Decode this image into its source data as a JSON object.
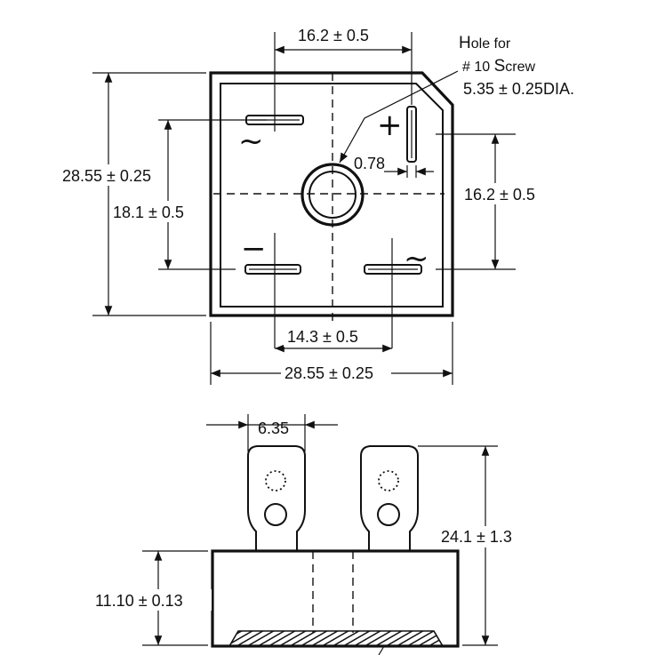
{
  "top_view": {
    "dim_top_pin_spacing": "16.2 ± 0.5",
    "dim_left_body_height": "28.55 ± 0.25",
    "dim_left_pin_spacing": "18.1 ± 0.5",
    "dim_right_pin_spacing": "16.2 ± 0.5",
    "dim_bottom_pin_spacing": "14.3 ± 0.5",
    "dim_body_width": "28.55 ± 0.25",
    "dim_pin_width": "0.78",
    "hole_note_line1_cap": "H",
    "hole_note_line1_rest": "ole for",
    "hole_note_line2_prefix": "# 10 ",
    "hole_note_line2_cap": "S",
    "hole_note_line2_rest": "crew",
    "hole_note_line3": "5.35 ± 0.25DIA.",
    "marks": {
      "ac_top_left": "~",
      "plus": "+",
      "minus": "−",
      "ac_bottom_right": "~"
    }
  },
  "side_view": {
    "dim_terminal_width": "6.35",
    "dim_total_height": "24.1 ± 1.3",
    "dim_body_height": "11.10 ± 0.13"
  }
}
